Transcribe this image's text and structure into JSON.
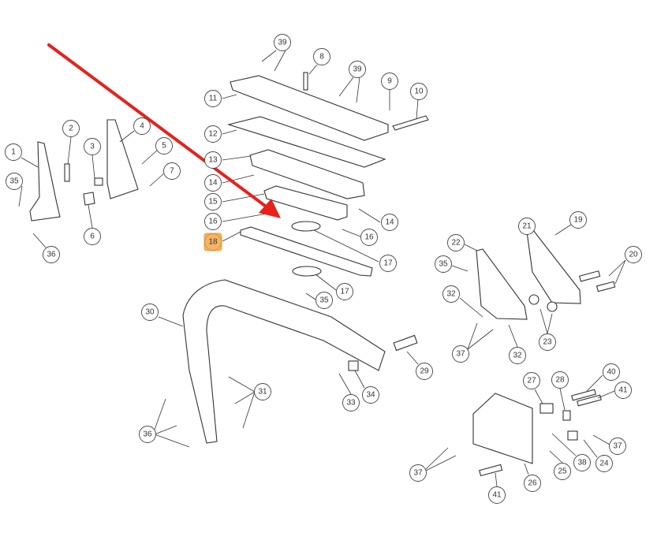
{
  "diagram": {
    "highlight_color": "#f5b565",
    "arrow_color": "#e8211b",
    "highlighted_callout": "18",
    "callouts": [
      "39",
      "8",
      "39",
      "9",
      "10",
      "11",
      "12",
      "13",
      "14",
      "15",
      "16",
      "18",
      "14",
      "16",
      "17",
      "17",
      "35",
      "1",
      "2",
      "3",
      "4",
      "5",
      "7",
      "35",
      "6",
      "36",
      "30",
      "29",
      "34",
      "33",
      "31",
      "36",
      "19",
      "21",
      "22",
      "20",
      "35",
      "32",
      "23",
      "37",
      "32",
      "27",
      "28",
      "40",
      "41",
      "37",
      "24",
      "38",
      "25",
      "26",
      "37",
      "41"
    ]
  }
}
